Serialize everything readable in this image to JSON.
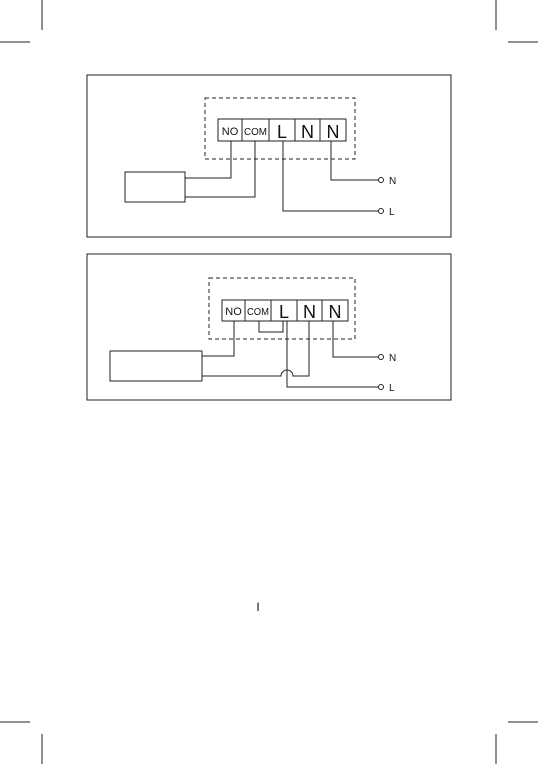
{
  "diagram1": {
    "terminals": [
      "NO",
      "COM",
      "L",
      "N",
      "N"
    ],
    "outputs": [
      "N",
      "L"
    ]
  },
  "diagram2": {
    "terminals": [
      "NO",
      "COM",
      "L",
      "N",
      "N"
    ],
    "outputs": [
      "N",
      "L"
    ]
  },
  "page_mark": "I"
}
